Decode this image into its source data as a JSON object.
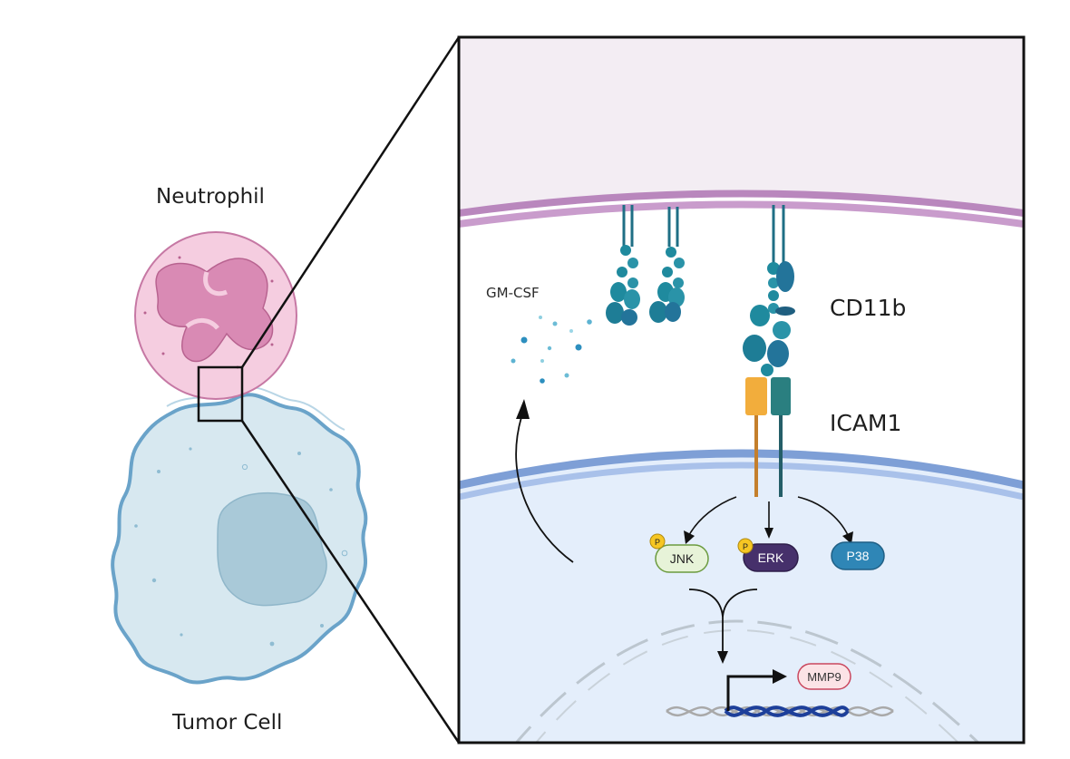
{
  "labels": {
    "neutrophil": "Neutrophil",
    "tumor_cell": "Tumor Cell",
    "gm_csf": "GM-CSF",
    "cd11b": "CD11b",
    "icam1": "ICAM1"
  },
  "kinases": {
    "jnk": "JNK",
    "erk": "ERK",
    "p38": "P38",
    "phospho": "P"
  },
  "gene": {
    "mmp9": "MMP9"
  },
  "colors": {
    "neutrophil_fill": "#f5cde0",
    "neutrophil_nucleus": "#d98ab4",
    "tumor_fill": "#d7e8f0",
    "tumor_border": "#6aa3c9",
    "integrin": "#1f8a9e",
    "icam_orange": "#f2ad3c",
    "icam_teal": "#2a7f80",
    "erk_purple": "#46306b",
    "p38_blue": "#2f86b6",
    "jnk_green": "#e7f3d8",
    "phospho_yellow": "#f6c623",
    "mmp9_pink": "#fbe3e6",
    "dna_blue": "#1d3f9a"
  }
}
